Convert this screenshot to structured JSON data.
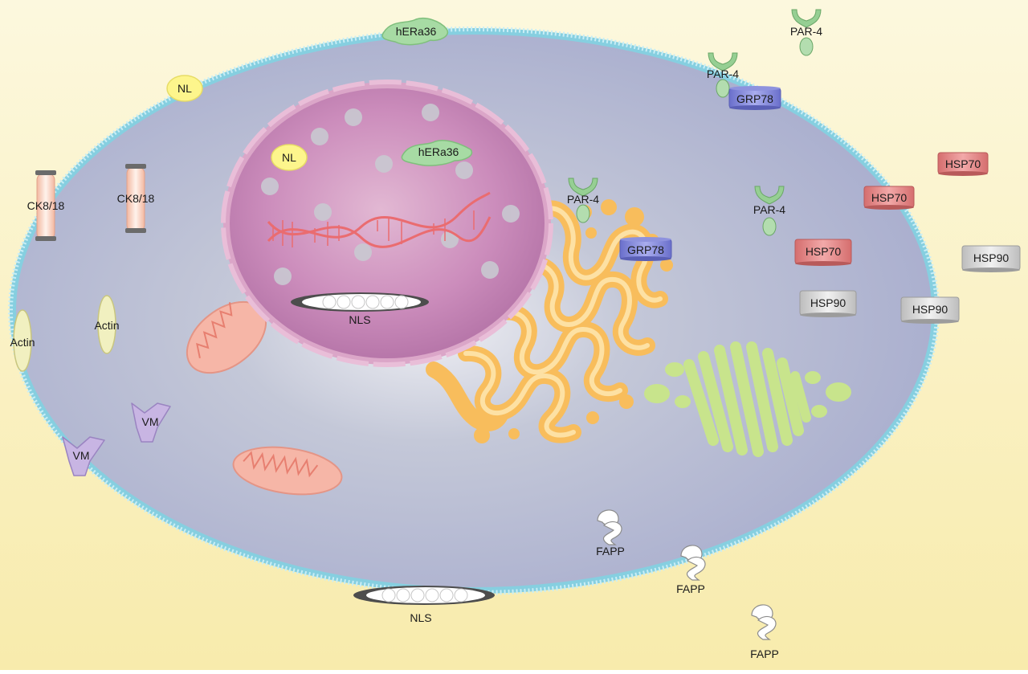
{
  "labels": {
    "nl_membrane": "NL",
    "nl_nucleus": "NL",
    "hera36_membrane": "hERa36",
    "hera36_nucleus": "hERa36",
    "par4_outside": "PAR-4",
    "par4_membrane": "PAR-4",
    "par4_er": "PAR-4",
    "par4_cytoplasm": "PAR-4",
    "grp78_membrane": "GRP78",
    "grp78_er": "GRP78",
    "ck818_membrane": "CK8/18",
    "ck818_cytoplasm": "CK8/18",
    "actin_membrane": "Actin",
    "actin_cytoplasm": "Actin",
    "vm_cytoplasm": "VM",
    "vm_membrane": "VM",
    "hsp70_outside": "HSP70",
    "hsp70_membrane": "HSP70",
    "hsp70_cytoplasm": "HSP70",
    "hsp90_outside": "HSP90",
    "hsp90_membrane": "HSP90",
    "hsp90_cytoplasm": "HSP90",
    "nls_nucleus": "NLS",
    "nls_membrane": "NLS",
    "fapp_cytoplasm": "FAPP",
    "fapp_membrane": "FAPP",
    "fapp_outside": "FAPP"
  },
  "colors": {
    "background_top": "#fbf6d8",
    "background_bottom": "#f8ecae",
    "cytoplasm": "#b3b8d4",
    "membrane": "#7fd0e3",
    "nucleus": "#c77fb0",
    "nuclear_envelope": "#d79bc0",
    "golgi": "#f9c266",
    "er": "#c4e48a",
    "mitochondria": "#f3a99a",
    "dna": "#ee6f73",
    "nl": "#fdf58c",
    "hera36": "#9fd49c",
    "par4": "#8fcb8c",
    "grp78": "#7f85d8",
    "ck818": "#f8d3c2",
    "actin": "#eeeeb8",
    "vm": "#c7b3e1",
    "hsp70": "#e68d8d",
    "hsp90": "#d9d9d9",
    "nls": "#ffffff",
    "fapp": "#ffffff"
  }
}
